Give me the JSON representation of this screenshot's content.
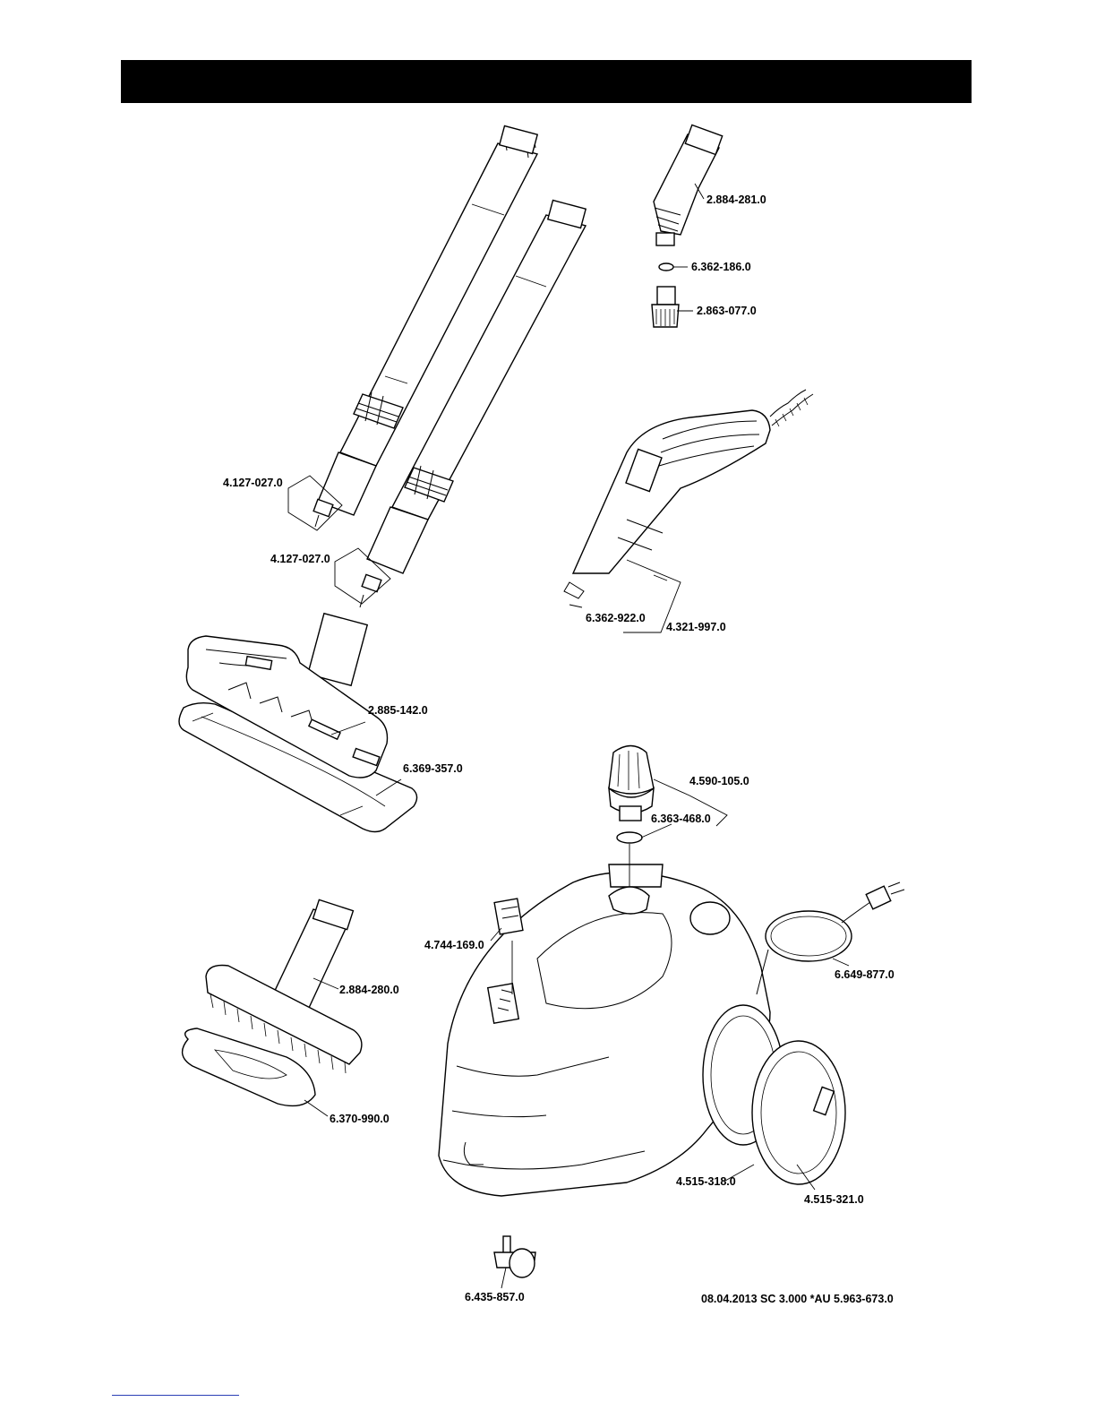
{
  "parts": [
    {
      "id": "2.884-281.0"
    },
    {
      "id": "6.362-186.0"
    },
    {
      "id": "2.863-077.0"
    },
    {
      "id": "4.127-027.0"
    },
    {
      "id": "4.127-027.0"
    },
    {
      "id": "6.362-922.0"
    },
    {
      "id": "4.321-997.0"
    },
    {
      "id": "2.885-142.0"
    },
    {
      "id": "6.369-357.0"
    },
    {
      "id": "4.590-105.0"
    },
    {
      "id": "6.363-468.0"
    },
    {
      "id": "4.744-169.0"
    },
    {
      "id": "6.649-877.0"
    },
    {
      "id": "2.884-280.0"
    },
    {
      "id": "6.370-990.0"
    },
    {
      "id": "4.515-318.0"
    },
    {
      "id": "4.515-321.0"
    },
    {
      "id": "6.435-857.0"
    }
  ],
  "footer": {
    "text": "08.04.2013  SC 3.000 *AU  5.963-673.0"
  }
}
